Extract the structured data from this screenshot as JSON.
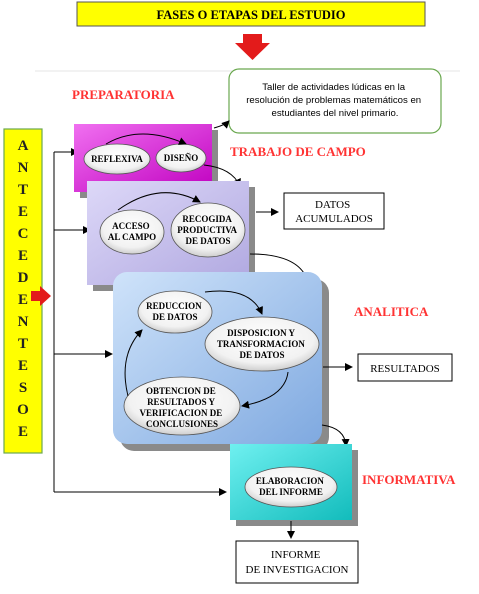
{
  "title": "FASES O ETAPAS DEL ESTUDIO",
  "note": [
    "Taller de actividades lúdicas en la",
    "resolución de problemas matemáticos en",
    "estudiantes del nivel primario."
  ],
  "left_bar": [
    "A",
    "N",
    "T",
    "E",
    "C",
    "E",
    "D",
    "E",
    "N",
    "T",
    "E",
    "S",
    "O",
    "E"
  ],
  "phases": {
    "preparatoria": "PREPARATORIA",
    "trabajo_campo": "TRABAJO DE CAMPO",
    "analitica": "ANALITICA",
    "informativa": "INFORMATIVA"
  },
  "nodes": {
    "reflexiva": "REFLEXIVA",
    "diseno": "DISEÑO",
    "acceso": [
      "ACCESO",
      "AL CAMPO"
    ],
    "recogida": [
      "RECOGIDA",
      "PRODUCTIVA",
      "DE DATOS"
    ],
    "reduccion": [
      "REDUCCION",
      "DE DATOS"
    ],
    "disposicion": [
      "DISPOSICION Y",
      "TRANSFORMACION",
      "DE DATOS"
    ],
    "obtencion": [
      "OBTENCION DE",
      "RESULTADOS Y",
      "VERIFICACION DE",
      "CONCLUSIONES"
    ],
    "elaboracion": [
      "ELABORACION",
      "DEL INFORME"
    ]
  },
  "outputs": {
    "datos": [
      "DATOS",
      "ACUMULADOS"
    ],
    "resultados": "RESULTADOS",
    "informe": [
      "INFORME",
      "DE INVESTIGACION"
    ]
  },
  "colors": {
    "title_bg": "#ffff00",
    "red_arrow": "#e31b1b",
    "phase_label": "#ff3333",
    "preparatoria_box": "#e000e0",
    "campo_box": "#c8c0ee",
    "analitica_box": "#a8c8f0",
    "informativa_box": "#33d6d6",
    "shadow": "#8a8a8a",
    "note_border": "#6aa84f"
  }
}
